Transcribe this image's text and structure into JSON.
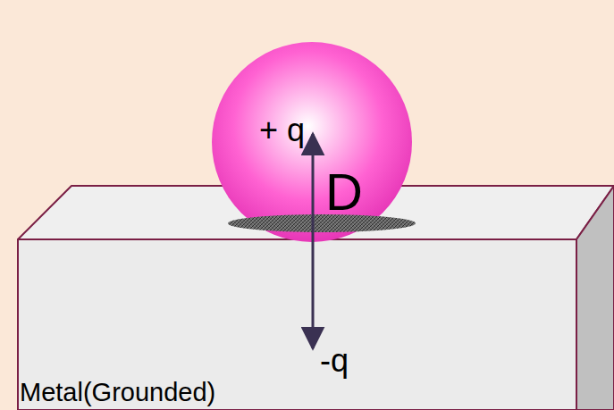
{
  "diagram": {
    "nodes": [
      {
        "text": [
          "+ q"
        ]
      },
      {
        "text": [
          "-q",
          "Metal(Grounded)"
        ]
      }
    ],
    "labels": [
      "D"
    ]
  }
}
